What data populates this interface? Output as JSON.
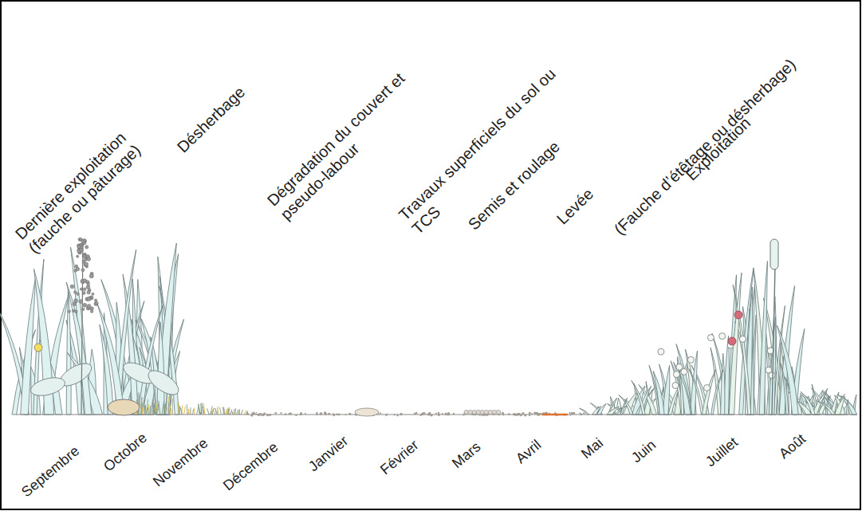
{
  "diagram": {
    "labels": [
      "Dernière exploitation (fauche ou pâturage)",
      "Désherbage",
      "Dégradation du couvert et pseudo-labour",
      "Travaux superficiels du sol ou TCS",
      "Semis et roulage",
      "Levée",
      "(Fauche d’étêtage ou désherbage)",
      "Exploitation",
      "Septembre",
      "Octobre",
      "Novembre",
      "Décembre",
      "Janvier",
      "Février",
      "Mars",
      "Avril",
      "Mai",
      "Juin",
      "Juillet",
      "Août"
    ]
  }
}
